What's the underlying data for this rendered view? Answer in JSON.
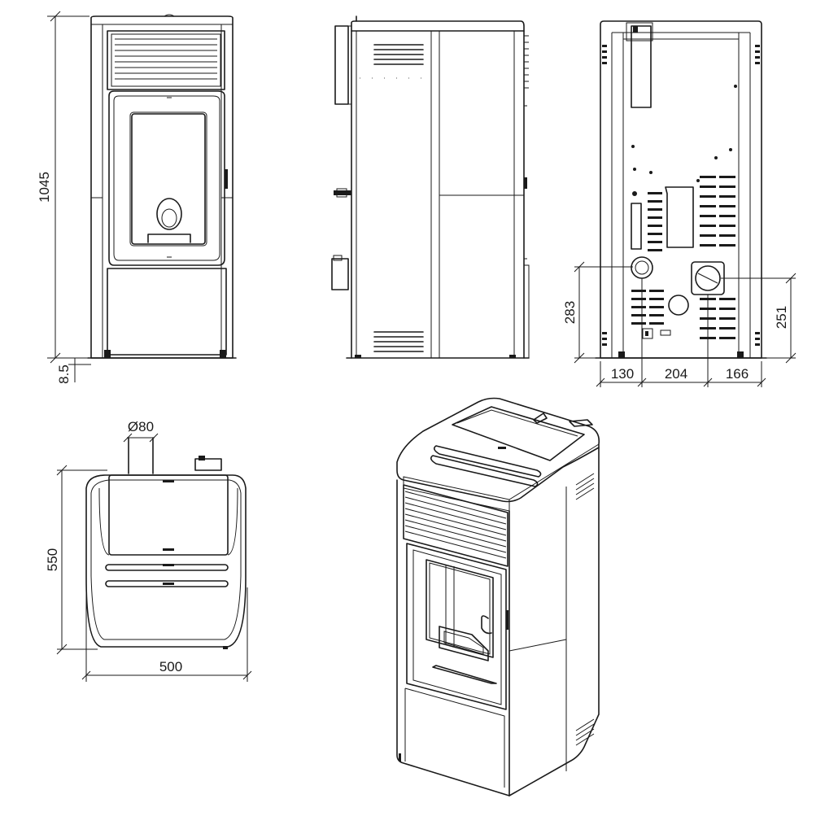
{
  "dimensions": {
    "height_total": "1045",
    "foot_height": "8.5",
    "flue_height": "283",
    "air_inlet_height": "251",
    "offset_left": "130",
    "offset_middle": "204",
    "offset_right": "166",
    "flue_diameter": "Ø80",
    "depth": "550",
    "width": "500"
  }
}
